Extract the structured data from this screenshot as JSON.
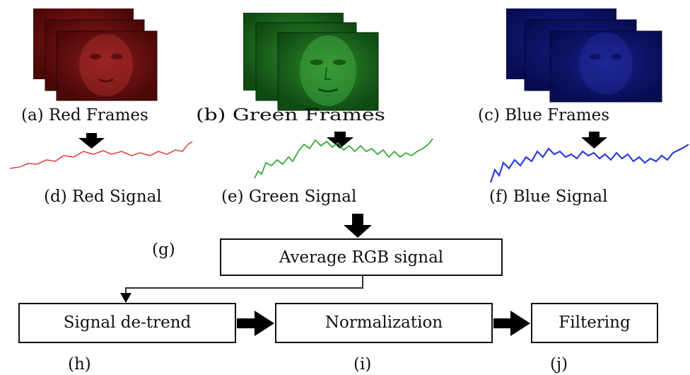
{
  "colors": {
    "red_frame": "#6b1010",
    "green_frame": "#1d6b20",
    "blue_frame": "#0d1470",
    "red_signal": "#e04848",
    "green_signal": "#3aa83a",
    "blue_signal": "#2a3de0"
  },
  "frames": {
    "red": {
      "label": "(a) Red Frames"
    },
    "green": {
      "label": "(b) Green Frames"
    },
    "blue": {
      "label": "(c) Blue Frames"
    }
  },
  "signals": {
    "red": {
      "label": "(d) Red Signal"
    },
    "green": {
      "label": "(e) Green Signal"
    },
    "blue": {
      "label": "(f) Blue Signal"
    }
  },
  "steps": {
    "g": {
      "tag": "(g)",
      "label": "Average RGB signal"
    },
    "h": {
      "tag": "(h)",
      "label": "Signal de-trend"
    },
    "i": {
      "tag": "(i)",
      "label": "Normalization"
    },
    "j": {
      "tag": "(j)",
      "label": "Filtering"
    }
  }
}
